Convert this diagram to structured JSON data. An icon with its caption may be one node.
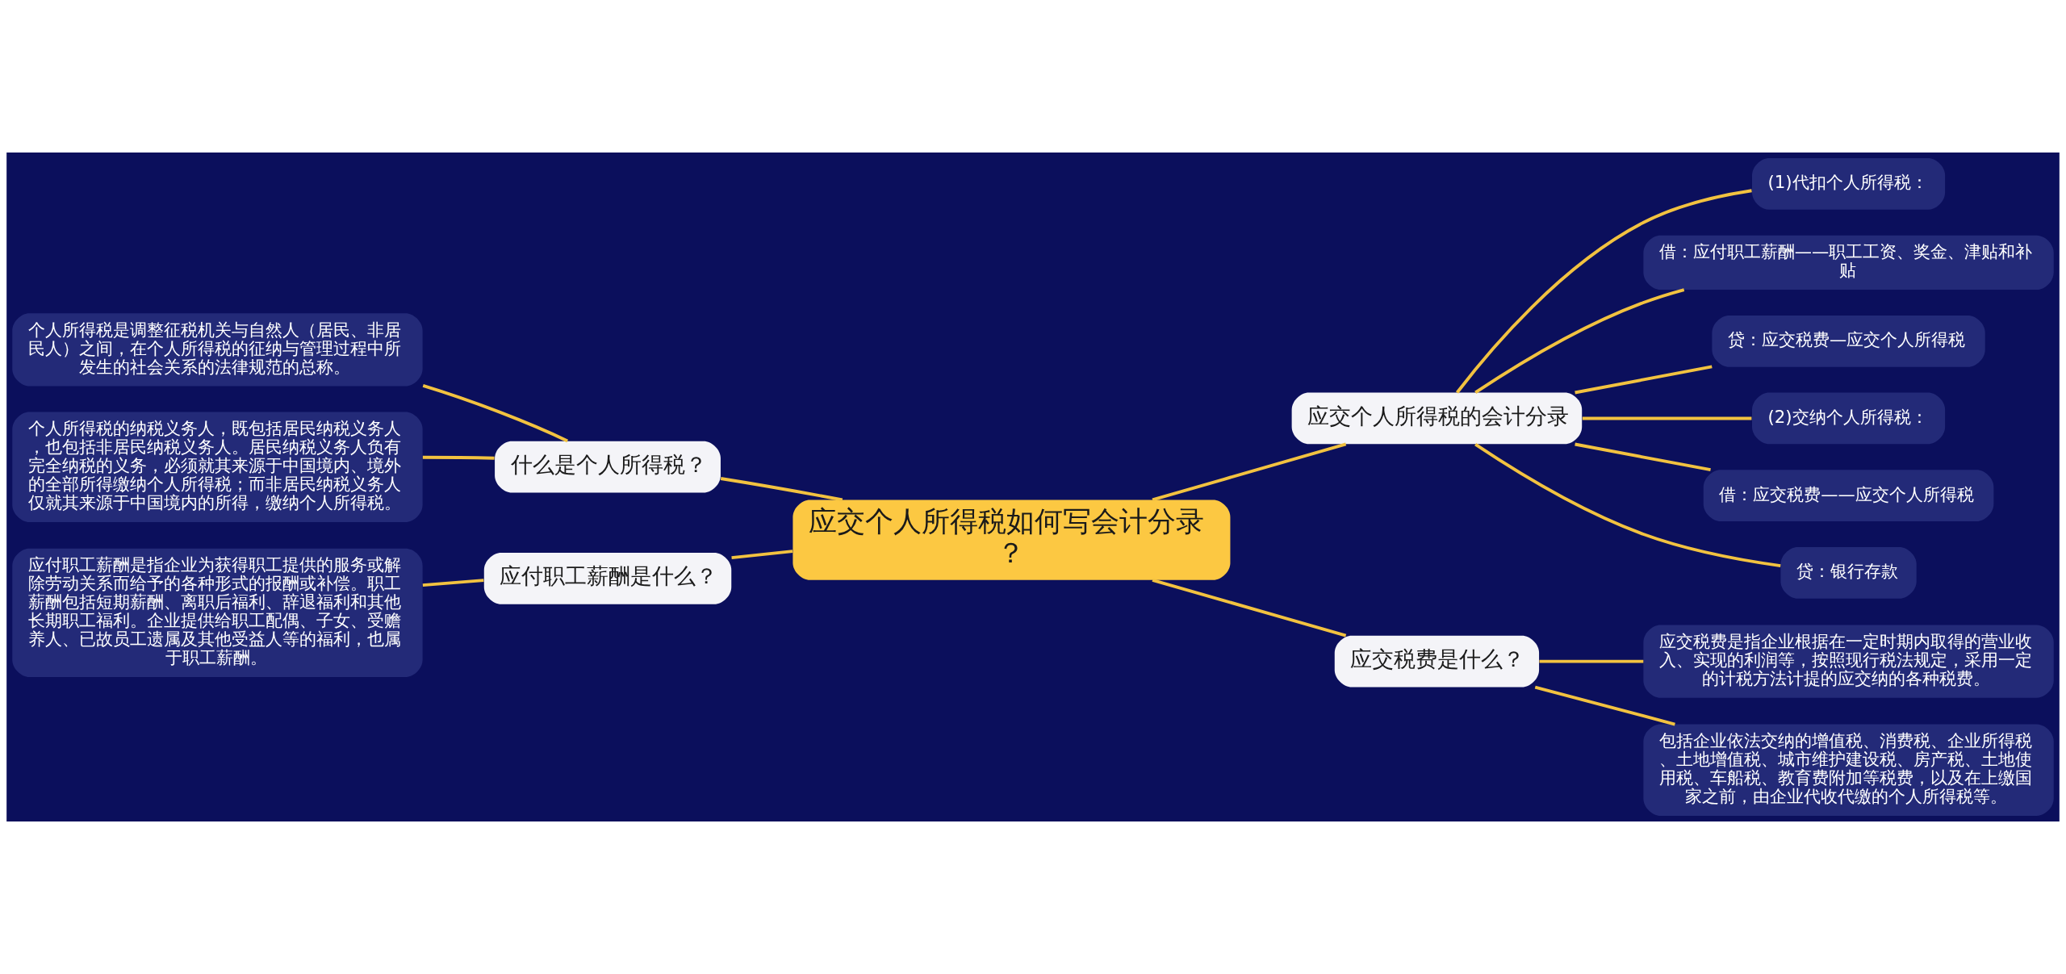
{
  "diagram": {
    "nodes": [
      {
        "text": [
          "应交个人所得税如何写会计分录？"
        ]
      },
      {
        "text": [
          "什么是个人所得税？"
        ]
      },
      {
        "text": [
          "个人所得税是调整征税机关与自然人（居民、非居民人）之间，在个人所得税的征纳与管理过程中所发生的社会关系的法律规范的总称。"
        ]
      },
      {
        "text": [
          "个人所得税的纳税义务人，既包括居民纳税义务人，也包括非居民纳税义务人。居民纳税义务人负有完全纳税的义务，必须就其来源于中国境内、境外的全部所得缴纳个人所得税；而非居民纳税义务人仅就其来源于中国境内的所得，缴纳个人所得税。"
        ]
      },
      {
        "text": [
          "应付职工薪酬是什么？"
        ]
      },
      {
        "text": [
          "应付职工薪酬是指企业为获得职工提供的服务或解除劳动关系而给予的各种形式的报酬或补偿。职工薪酬包括短期薪酬、离职后福利、辞退福利和其他长期职工福利。企业提供给职工配偶、子女、受赡养人、已故员工遗属及其他受益人等的福利，也属于职工薪酬。"
        ]
      },
      {
        "text": [
          "应交个人所得税的会计分录"
        ]
      },
      {
        "text": [
          "(1)代扣个人所得税："
        ]
      },
      {
        "text": [
          "借：应付职工薪酬——职工工资、奖金、津贴和补贴"
        ]
      },
      {
        "text": [
          "贷：应交税费—应交个人所得税"
        ]
      },
      {
        "text": [
          "(2)交纳个人所得税："
        ]
      },
      {
        "text": [
          "借：应交税费——应交个人所得税"
        ]
      },
      {
        "text": [
          "贷：银行存款"
        ]
      },
      {
        "text": [
          "应交税费是什么？"
        ]
      },
      {
        "text": [
          "应交税费是指企业根据在一定时期内取得的营业收入、实现的利润等，按照现行税法规定，采用一定的计税方法计提的应交纳的各种税费。"
        ]
      },
      {
        "text": [
          "包括企业依法交纳的增值税、消费税、企业所得税、土地增值税、城市维护建设税、房产税、土地使用税、车船税、教育费附加等税费，以及在上缴国家之前，由企业代收代缴的个人所得税等。"
        ]
      }
    ],
    "edges": [
      {
        "from": 0,
        "to": 1,
        "arrow": "none"
      },
      {
        "from": 1,
        "to": 2,
        "arrow": "none"
      },
      {
        "from": 1,
        "to": 3,
        "arrow": "none"
      },
      {
        "from": 0,
        "to": 4,
        "arrow": "none"
      },
      {
        "from": 4,
        "to": 5,
        "arrow": "none"
      },
      {
        "from": 0,
        "to": 6,
        "arrow": "none"
      },
      {
        "from": 6,
        "to": 7,
        "arrow": "none"
      },
      {
        "from": 6,
        "to": 8,
        "arrow": "none"
      },
      {
        "from": 6,
        "to": 9,
        "arrow": "none"
      },
      {
        "from": 6,
        "to": 10,
        "arrow": "none"
      },
      {
        "from": 6,
        "to": 11,
        "arrow": "none"
      },
      {
        "from": 6,
        "to": 12,
        "arrow": "none"
      },
      {
        "from": 0,
        "to": 13,
        "arrow": "none"
      },
      {
        "from": 13,
        "to": 14,
        "arrow": "none"
      },
      {
        "from": 13,
        "to": 15,
        "arrow": "none"
      }
    ]
  }
}
